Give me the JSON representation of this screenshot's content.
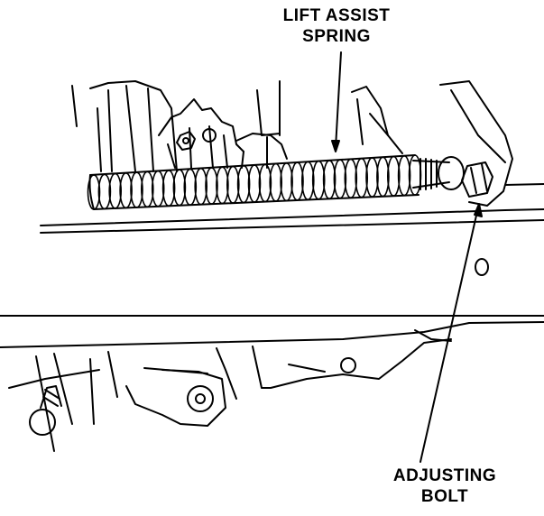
{
  "labels": {
    "lift_assist_spring": {
      "line1": "LIFT ASSIST",
      "line2": "SPRING"
    },
    "adjusting_bolt": {
      "line1": "ADJUSTING",
      "line2": "BOLT"
    }
  },
  "colors": {
    "ink": "#000000",
    "paper": "#ffffff"
  }
}
